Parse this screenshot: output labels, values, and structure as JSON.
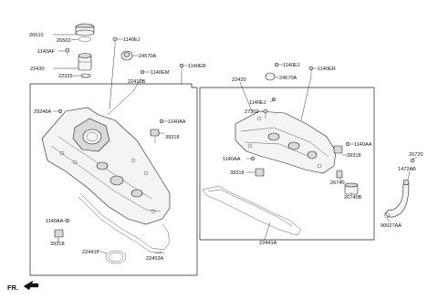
{
  "labels": {
    "p26510": "26510",
    "p26502": "26502",
    "p1140AF": "1140AF",
    "p22430": "22430",
    "p22326": "22326",
    "p1140EJ_a": "1140EJ",
    "p24570A_a": "24570A",
    "p1140EM": "1140EM",
    "p1140ER_a": "1140ER",
    "p22410B": "22410B",
    "p29246A": "29246A",
    "p1140AA_a": "1140AA",
    "p39318_a": "39318",
    "p1140AA_b": "1140AA",
    "p39318_b": "39318",
    "p22441P": "22441P",
    "p22453A": "22453A",
    "p22420": "22420",
    "p1140EJ_b": "1140EJ",
    "p24570A_b": "24570A",
    "p1140ER_b": "1140ER",
    "p1140EJ_c": "1140EJ",
    "p27369": "27369",
    "p1140AA_c": "1140AA",
    "p39318_c": "39318",
    "p1140AA_d": "1140AA",
    "p39318_d": "39318",
    "p26740": "26740",
    "p26740B": "26740B",
    "p22441A": "22441A",
    "p26720": "26720",
    "p1472AB": "1472AB",
    "p90027AA": "90027AA",
    "fr": "FR."
  }
}
